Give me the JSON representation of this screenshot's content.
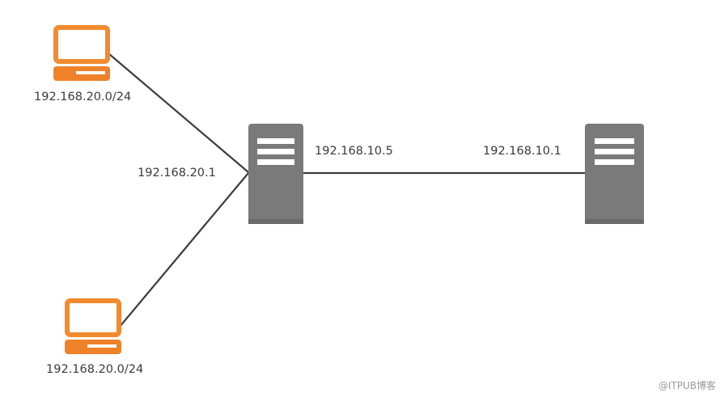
{
  "diagram": {
    "colors": {
      "computer": "#F28A2E",
      "computer_base": "#EF8228",
      "server": "#7A7A7A",
      "server_slot": "#FFFFFF",
      "link": "#3C3C3C",
      "text": "#3A3A3A"
    },
    "nodes": {
      "pc_top": {
        "label": "192.168.20.0/24",
        "icon": "laptop-icon"
      },
      "pc_bottom": {
        "label": "192.168.20.0/24",
        "icon": "laptop-icon"
      },
      "router": {
        "label_left": "192.168.20.1",
        "label_right": "192.168.10.5",
        "icon": "server-icon"
      },
      "server": {
        "label": "192.168.10.1",
        "icon": "server-icon"
      }
    },
    "watermark": "@ITPUB博客"
  }
}
